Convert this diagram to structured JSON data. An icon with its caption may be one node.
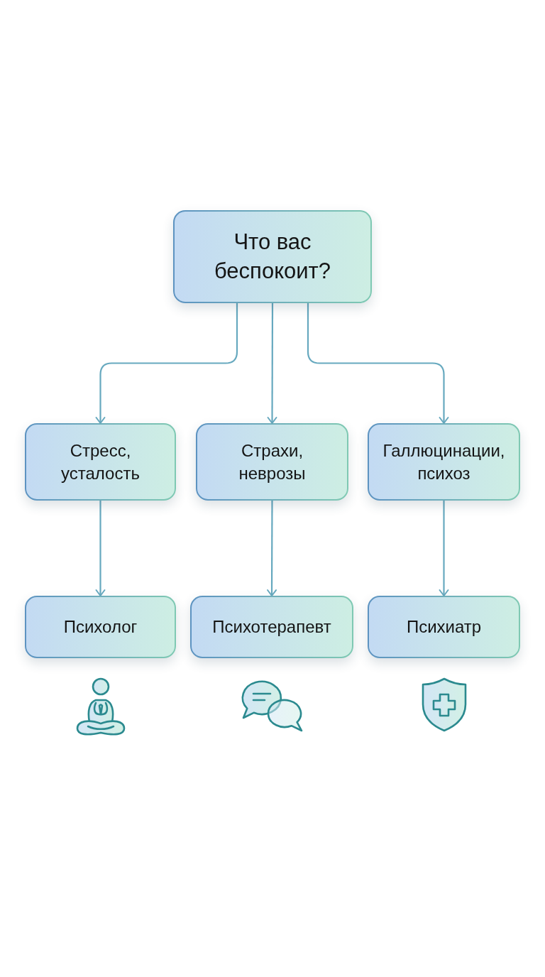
{
  "diagram": {
    "nodes": [
      {
        "text": [
          "Что вас беспокоит?"
        ]
      },
      {
        "text": [
          "Стресс, усталость"
        ]
      },
      {
        "text": [
          "Страхи, неврозы"
        ]
      },
      {
        "text": [
          "Галлюцинации, психоз"
        ]
      },
      {
        "text": [
          "Психолог"
        ]
      },
      {
        "text": [
          "Психотерапевт"
        ]
      },
      {
        "text": [
          "Психиатр"
        ]
      }
    ],
    "edges": [
      {
        "from": 0,
        "to": 1,
        "arrow": "to"
      },
      {
        "from": 0,
        "to": 2,
        "arrow": "to"
      },
      {
        "from": 0,
        "to": 3,
        "arrow": "to"
      },
      {
        "from": 1,
        "to": 4,
        "arrow": "to"
      },
      {
        "from": 2,
        "to": 5,
        "arrow": "to"
      },
      {
        "from": 3,
        "to": 6,
        "arrow": "to"
      }
    ]
  }
}
